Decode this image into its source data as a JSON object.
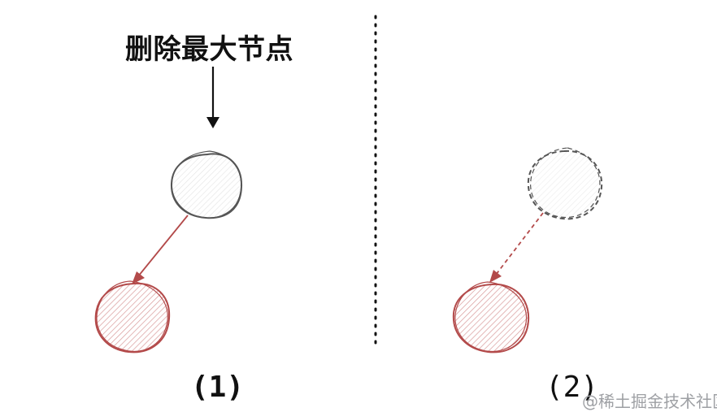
{
  "title": "删除最大节点",
  "panels": [
    {
      "caption": "(1)"
    },
    {
      "caption": "(2)"
    }
  ],
  "watermark": "@稀土掘金技术社区",
  "colors": {
    "node_outline": "#555555",
    "node_fill": "#f4f4f4",
    "highlight": "#b34a4a",
    "highlight_fill": "#e8c7c7",
    "text": "#111111",
    "watermark": "#9ea0a4"
  }
}
